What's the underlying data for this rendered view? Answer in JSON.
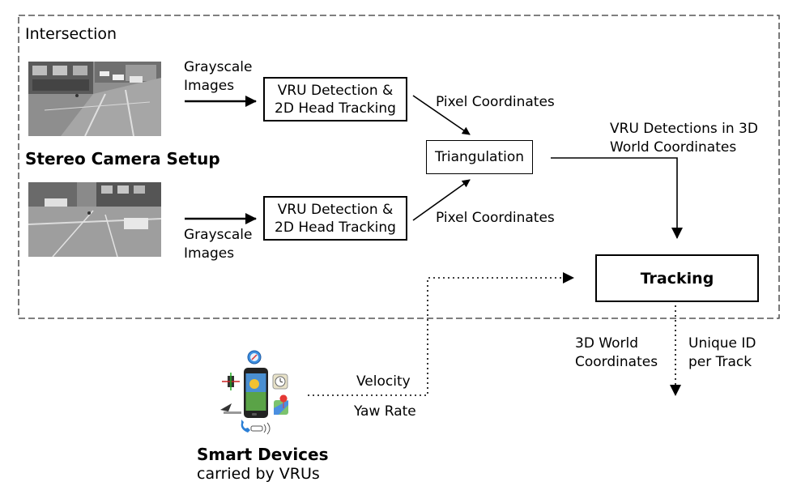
{
  "region": {
    "label": "Intersection"
  },
  "camera": {
    "setup_label": "Stereo Camera Setup",
    "top_input_label_1": "Grayscale",
    "top_input_label_2": "Images",
    "bottom_input_label_1": "Grayscale",
    "bottom_input_label_2": "Images"
  },
  "boxes": {
    "detect_top_1": "VRU Detection &",
    "detect_top_2": "2D Head Tracking",
    "detect_bottom_1": "VRU Detection &",
    "detect_bottom_2": "2D Head Tracking",
    "triangulation": "Triangulation",
    "tracking": "Tracking"
  },
  "edges": {
    "pixel_top": "Pixel Coordinates",
    "pixel_bottom": "Pixel Coordinates",
    "vru3d_1": "VRU Detections in 3D",
    "vru3d_2": "World Coordinates",
    "velocity": "Velocity",
    "yaw_rate": "Yaw Rate"
  },
  "outputs": {
    "world_1": "3D World",
    "world_2": "Coordinates",
    "uid_1": "Unique ID",
    "uid_2": "per Track"
  },
  "devices": {
    "title": "Smart Devices",
    "subtitle": "carried by VRUs"
  },
  "colors": {
    "line": "#000000",
    "dashed_border": "#333333",
    "photo_gray": "#8a8a8a"
  },
  "icons": [
    "smartphone-icon",
    "safari-compass-icon",
    "clock-icon",
    "maps-icon",
    "phone-icon",
    "gps-icon",
    "accelerometer-icon"
  ]
}
